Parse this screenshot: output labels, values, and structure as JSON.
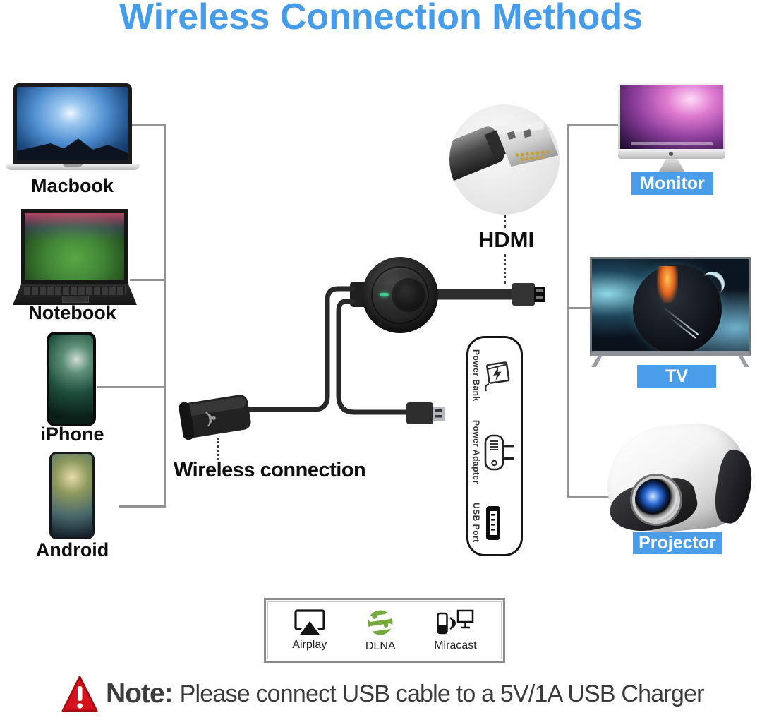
{
  "title": "Wireless Connection Methods",
  "colors": {
    "title_blue": "#449ceb",
    "badge_blue": "#4a9de9",
    "connector_gray": "#949494",
    "dlna_green": "#76a93d",
    "warning_red": "#d6131c",
    "led_green": "#3ec98f"
  },
  "source_devices": [
    {
      "id": "macbook",
      "label": "Macbook"
    },
    {
      "id": "notebook",
      "label": "Notebook"
    },
    {
      "id": "iphone",
      "label": "iPhone"
    },
    {
      "id": "android",
      "label": "Android"
    }
  ],
  "output_devices": [
    {
      "id": "monitor",
      "label": "Monitor"
    },
    {
      "id": "tv",
      "label": "TV"
    },
    {
      "id": "projector",
      "label": "Projector"
    }
  ],
  "center": {
    "hdmi_label": "HDMI",
    "wireless_label": "Wireless connection"
  },
  "power_panel": {
    "items": [
      {
        "id": "power-bank",
        "label": "Power Bank",
        "icon": "battery-charging-icon"
      },
      {
        "id": "power-adapter",
        "label": "Power Adapter",
        "icon": "wall-plug-icon"
      },
      {
        "id": "usb-port",
        "label": "USB Port",
        "icon": "usb-port-icon"
      }
    ]
  },
  "protocols": [
    {
      "id": "airplay",
      "label": "Airplay",
      "icon": "airplay-icon"
    },
    {
      "id": "dlna",
      "label": "DLNA",
      "icon": "dlna-icon"
    },
    {
      "id": "miracast",
      "label": "Miracast",
      "icon": "miracast-icon"
    }
  ],
  "note": {
    "icon": "warning-triangle-icon",
    "prefix": "Note:",
    "text": "Please connect USB cable to a 5V/1A USB Charger"
  }
}
